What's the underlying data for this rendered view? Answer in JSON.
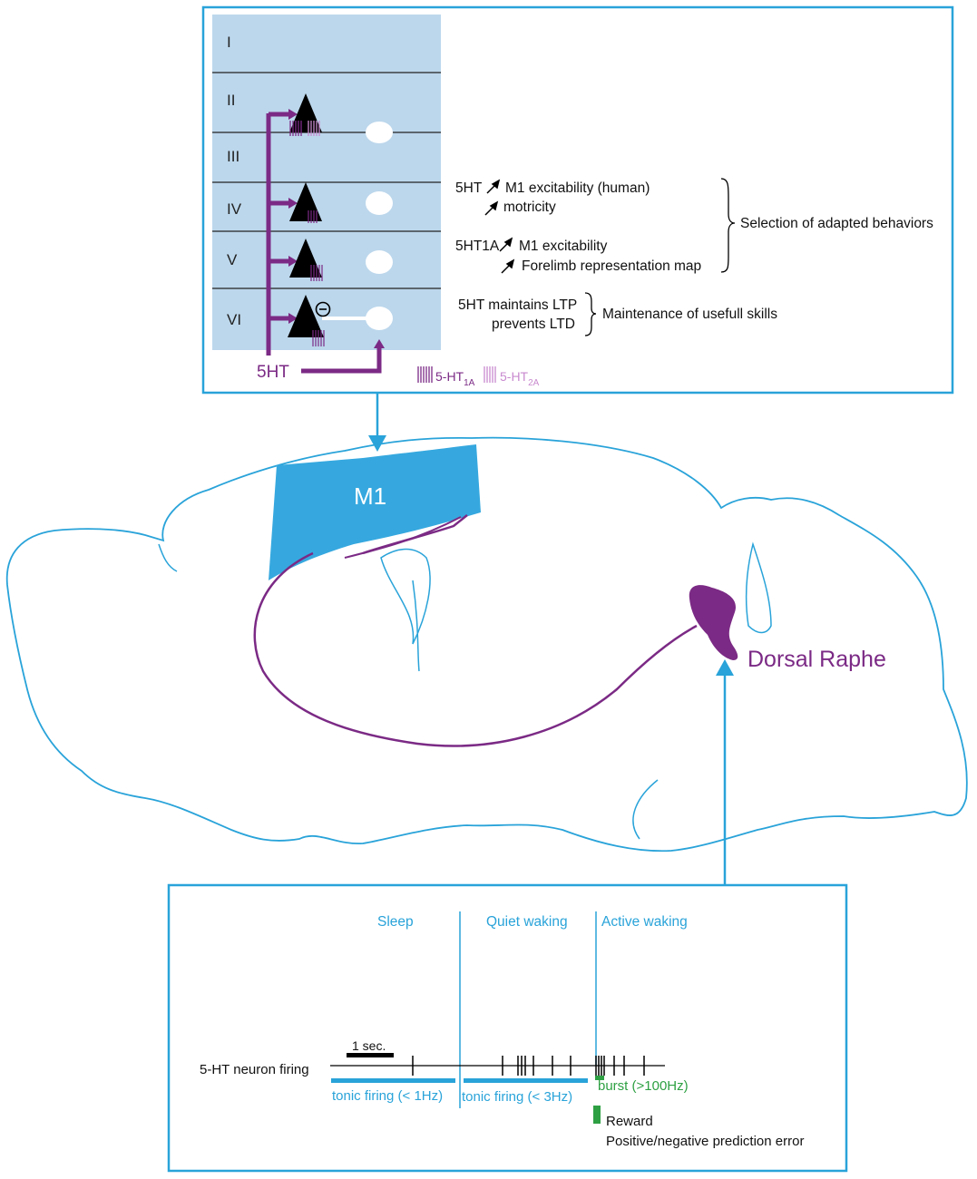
{
  "layers": [
    "I",
    "II",
    "III",
    "IV",
    "V",
    "VI"
  ],
  "serotonin_label": "5HT",
  "receptor_legend": {
    "r1a_main": "5-HT",
    "r1a_sub": "1A",
    "r2a_main": "5-HT",
    "r2a_sub": "2A"
  },
  "effects": {
    "line1_prefix": "5HT",
    "line1_text": "M1 excitability (human)",
    "line2_text": "motricity",
    "line3_prefix": "5HT1A",
    "line3_text": "M1 excitability",
    "line4_text": "Forelimb representation map",
    "group1_outcome": "Selection of adapted behaviors",
    "line5_text": "5HT maintains LTP",
    "line6_text": "prevents LTD",
    "group2_outcome": "Maintenance of usefull skills"
  },
  "brain": {
    "m1_label": "M1",
    "raphe_label": "Dorsal Raphe"
  },
  "firing_panel": {
    "states": [
      "Sleep",
      "Quiet waking",
      "Active waking"
    ],
    "scale_label": "1 sec.",
    "trace_label": "5-HT neuron firing",
    "tonic1": "tonic firing  (< 1Hz)",
    "tonic2": "tonic firing  (< 3Hz)",
    "burst": "burst (>100Hz)",
    "reward": "Reward",
    "prediction": "Positive/negative prediction error"
  },
  "colors": {
    "cyan": "#29a3d9",
    "m1_fill": "#36a8df",
    "purple": "#7b2a85",
    "cortex_bg": "#bcd7ec",
    "green": "#2ea043"
  }
}
